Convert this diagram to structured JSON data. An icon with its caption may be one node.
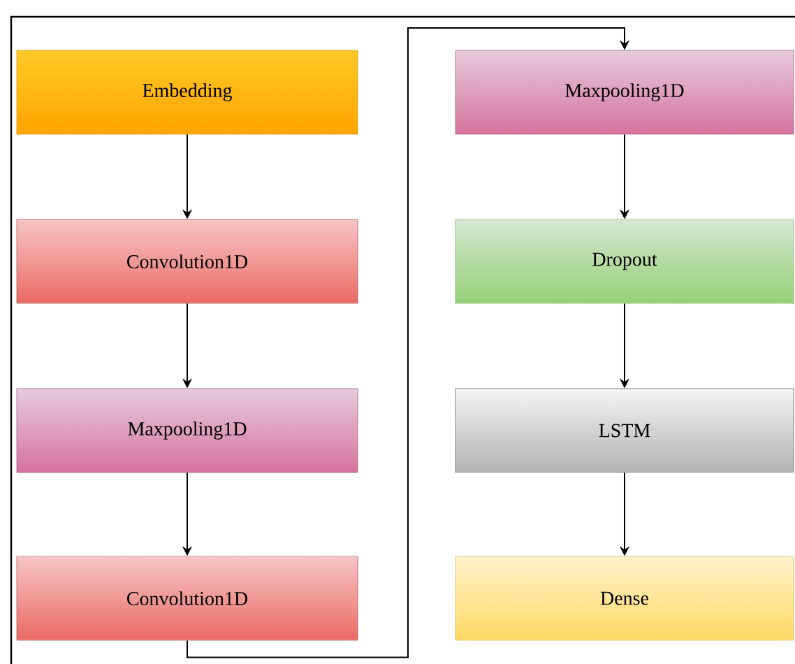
{
  "diagram": {
    "nodes": [
      {
        "text": [
          "Embedding"
        ]
      },
      {
        "text": [
          "Convolution1D"
        ]
      },
      {
        "text": [
          "Maxpooling1D"
        ]
      },
      {
        "text": [
          "Convolution1D"
        ]
      },
      {
        "text": [
          "Maxpooling1D"
        ]
      },
      {
        "text": [
          "Dropout"
        ]
      },
      {
        "text": [
          "LSTM"
        ]
      },
      {
        "text": [
          "Dense"
        ]
      }
    ],
    "edges": [
      {
        "from": 0,
        "to": 1,
        "arrow": "to"
      },
      {
        "from": 1,
        "to": 2,
        "arrow": "to"
      },
      {
        "from": 2,
        "to": 3,
        "arrow": "to"
      },
      {
        "from": 3,
        "to": 4,
        "arrow": "to"
      },
      {
        "from": 4,
        "to": 5,
        "arrow": "to"
      },
      {
        "from": 5,
        "to": 6,
        "arrow": "to"
      },
      {
        "from": 6,
        "to": 7,
        "arrow": "to"
      }
    ]
  }
}
